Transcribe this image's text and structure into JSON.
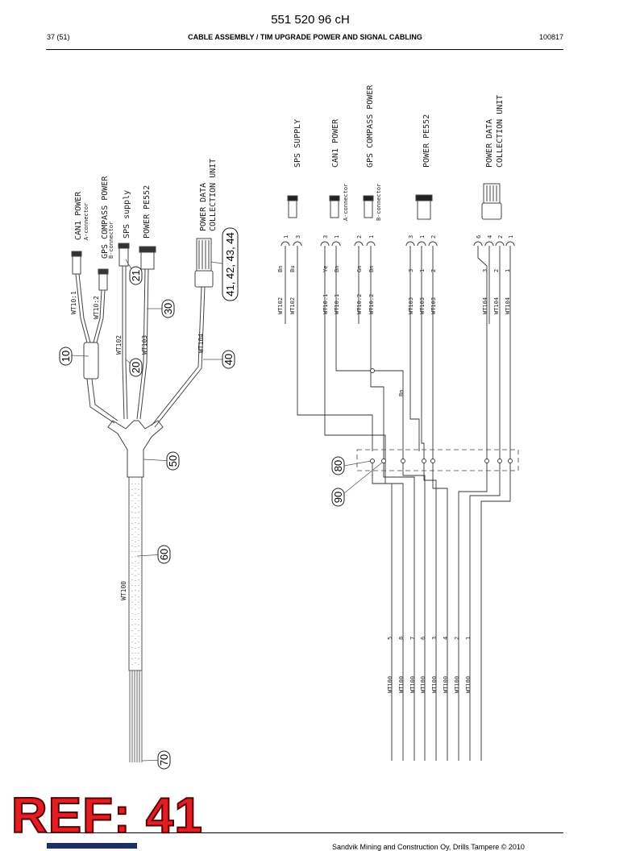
{
  "header": {
    "doc_number": "551 520 96 cH",
    "page_indicator": "37 (51)",
    "title": "CABLE ASSEMBLY / TIM UPGRADE POWER AND SIGNAL CABLING",
    "date_code": "100817"
  },
  "footer": {
    "copyright": "Sandvik Mining and Construction Oy, Drills Tampere © 2010",
    "ref_stamp": "REF: 41"
  },
  "assembly_labels": {
    "can1_power": "CAN1 POWER",
    "a_connector": "A-connector",
    "gps_compass_power": "GPS COMPASS POWER",
    "b_connector": "B-connector",
    "sps_supply": "SPS supply",
    "power_pe552": "POWER PE552",
    "power_data_l1": "POWER DATA",
    "power_data_l2": "COLLECTION UNIT"
  },
  "cable_ids": {
    "wt10_1": "WT10:1",
    "wt10_2": "WT10:2",
    "wt102": "WT102",
    "wt103": "WT103",
    "wt104": "WT104",
    "wt100": "WT100"
  },
  "callouts": {
    "c10": "10",
    "c20": "20",
    "c21": "21",
    "c30": "30",
    "c40": "40",
    "c41": "41, 42, 43, 44",
    "c50": "50",
    "c60": "60",
    "c70": "70",
    "c80": "80",
    "c90": "90"
  },
  "schematic": {
    "sps_supply": "SPS SUPPLY",
    "can1_power": "CAN1 POWER",
    "a_connector": "A-connector",
    "gps_compass_power": "GPS COMPASS POWER",
    "b_connector": "B-connector",
    "power_pe552": "POWER PE552",
    "power_data_l1": "POWER DATA",
    "power_data_l2": "COLLECTION UNIT",
    "pin_numbers": [
      "1",
      "3",
      "3",
      "1",
      "2",
      "1",
      "3",
      "1",
      "2",
      "6",
      "4",
      "2",
      "1"
    ],
    "wire_colors": [
      "Bn",
      "Bu",
      "Ye",
      "Bn",
      "Gn",
      "Bn",
      "Bn"
    ],
    "wire_ids": [
      "WT102",
      "WT102",
      "WT10.1",
      "WT10.1",
      "WT10.2",
      "WT10.2",
      "WT103",
      "WT103",
      "WT103",
      "WT104",
      "WT104",
      "WT104"
    ],
    "wire_pins": [
      "3",
      "1",
      "2",
      "3",
      "2",
      "1"
    ],
    "trunk_wires": [
      {
        "id": "WT100",
        "pin": "5"
      },
      {
        "id": "WT100",
        "pin": "8"
      },
      {
        "id": "WT100",
        "pin": "7"
      },
      {
        "id": "WT100",
        "pin": "6"
      },
      {
        "id": "WT100",
        "pin": "3"
      },
      {
        "id": "WT100",
        "pin": "4"
      },
      {
        "id": "WT100",
        "pin": "2"
      },
      {
        "id": "WT100",
        "pin": "1"
      }
    ]
  }
}
